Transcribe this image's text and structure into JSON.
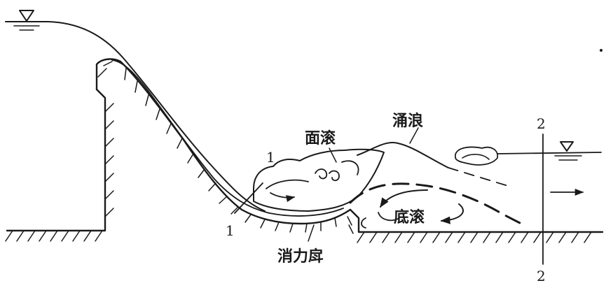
{
  "labels": {
    "surface_roller": "面滚",
    "surge_wave": "涌浪",
    "bottom_roller": "底滚",
    "stilling_sill": "消力戽"
  },
  "section_marks": {
    "upstream_top": "1",
    "upstream_bottom": "1",
    "downstream_top": "2",
    "downstream_bottom": "2"
  },
  "icons": {
    "upstream_level": "water-level-triangle-icon",
    "downstream_level": "water-level-triangle-icon",
    "flow_direction": "arrow-right-icon"
  }
}
